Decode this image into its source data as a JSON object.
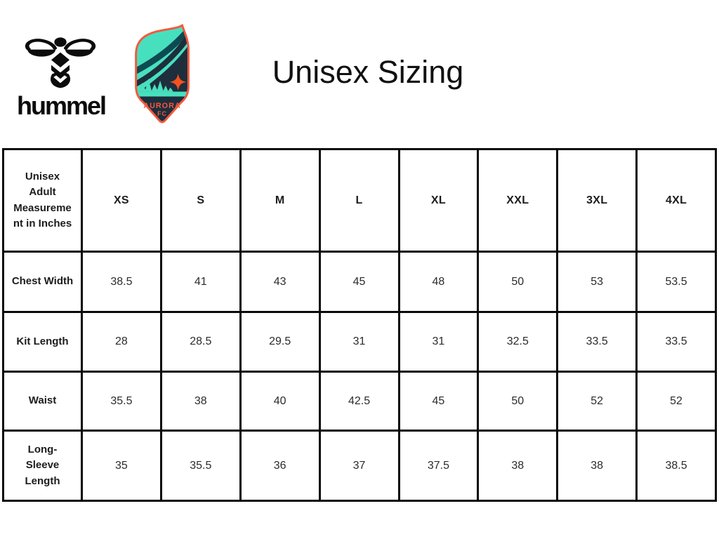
{
  "header": {
    "title": "Unisex Sizing",
    "hummel_logo": {
      "wordmark": "hummel",
      "icon": "hummel-bee-icon",
      "color": "#0c0c0c"
    },
    "aurora_logo": {
      "name": "AURORA",
      "sub": "FC",
      "colors": {
        "coral_border": "#f2593c",
        "navy": "#1e2e3c",
        "mint": "#47e0bf",
        "dark_teal": "#0e4a52",
        "star": "#f4511f"
      }
    }
  },
  "table": {
    "corner_header": "Unisex Adult Measurement in Inches",
    "size_headers": [
      "XS",
      "S",
      "M",
      "L",
      "XL",
      "XXL",
      "3XL",
      "4XL"
    ],
    "rows": [
      {
        "label": "Chest Width",
        "values": [
          "38.5",
          "41",
          "43",
          "45",
          "48",
          "50",
          "53",
          "53.5"
        ]
      },
      {
        "label": "Kit Length",
        "values": [
          "28",
          "28.5",
          "29.5",
          "31",
          "31",
          "32.5",
          "33.5",
          "33.5"
        ]
      },
      {
        "label": "Waist",
        "values": [
          "35.5",
          "38",
          "40",
          "42.5",
          "45",
          "50",
          "52",
          "52"
        ]
      },
      {
        "label": "Long-Sleeve Length",
        "values": [
          "35",
          "35.5",
          "36",
          "37",
          "37.5",
          "38",
          "38",
          "38.5"
        ]
      }
    ],
    "border_color": "#0a0a0a"
  },
  "chart_data": {
    "type": "table",
    "title": "Unisex Sizing",
    "units": "inches",
    "columns": [
      "Unisex Adult Measurement in Inches",
      "XS",
      "S",
      "M",
      "L",
      "XL",
      "XXL",
      "3XL",
      "4XL"
    ],
    "rows": [
      [
        "Chest Width",
        38.5,
        41,
        43,
        45,
        48,
        50,
        53,
        53.5
      ],
      [
        "Kit Length",
        28,
        28.5,
        29.5,
        31,
        31,
        32.5,
        33.5,
        33.5
      ],
      [
        "Waist",
        35.5,
        38,
        40,
        42.5,
        45,
        50,
        52,
        52
      ],
      [
        "Long-Sleeve Length",
        35,
        35.5,
        36,
        37,
        37.5,
        38,
        38,
        38.5
      ]
    ]
  }
}
